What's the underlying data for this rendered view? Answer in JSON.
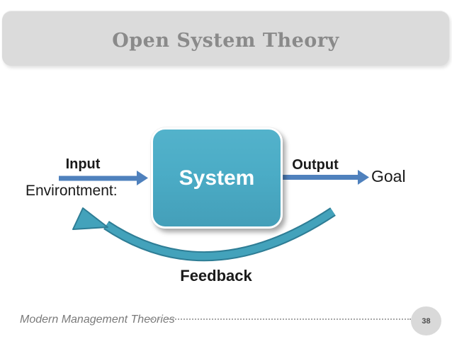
{
  "slide": {
    "title": "Open System Theory"
  },
  "diagram": {
    "input_label": "Input",
    "environment_label": "Environtment:",
    "system_label": "System",
    "output_label": "Output",
    "goal_label": "Goal",
    "feedback_label": "Feedback"
  },
  "footer": {
    "course_title": "Modern Management Theories",
    "page_number": "38"
  },
  "colors": {
    "system_box_fill": "#4BACC6",
    "system_box_border": "#FFFFFF",
    "straight_arrow": "#4F81BD",
    "feedback_arrow_fill": "#43A2BB",
    "feedback_arrow_outline": "#2E7D95",
    "banner_bg": "#DBDBDB",
    "title_text": "#8A8A8A",
    "label_text": "#1A1A1A",
    "footer_text": "#7A7A7A",
    "page_circle_bg": "#D9D9D9",
    "page_number_text": "#4D4D4D"
  }
}
